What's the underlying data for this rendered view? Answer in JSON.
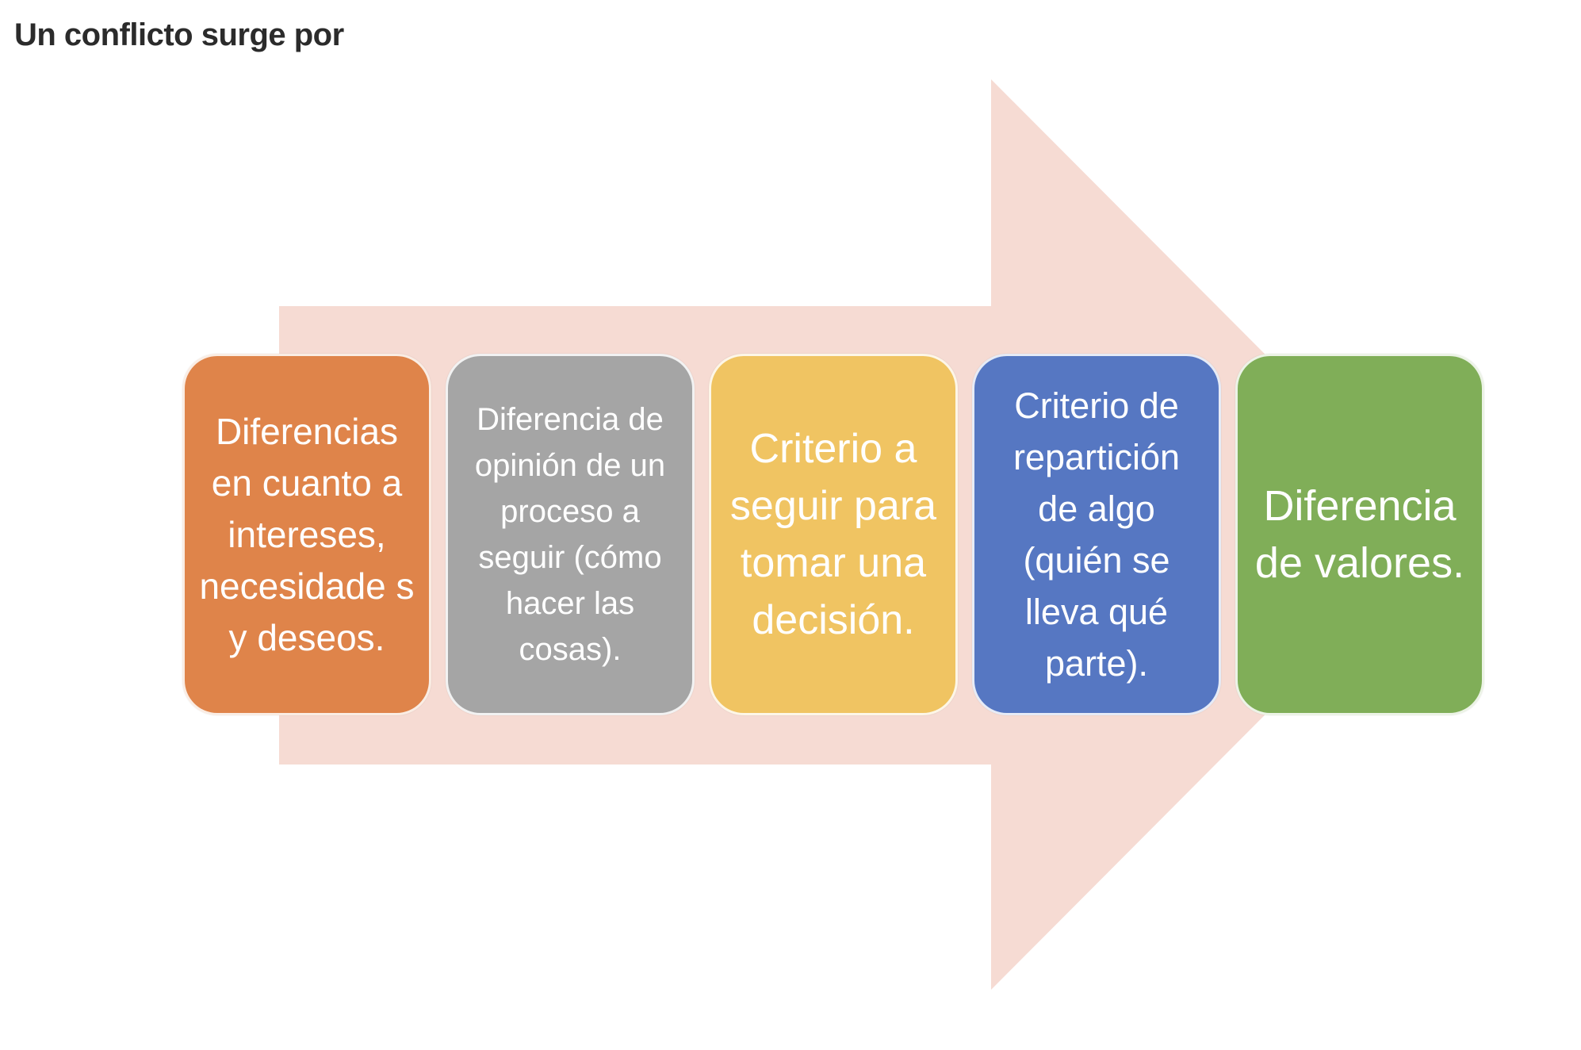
{
  "title": "Un conflicto surge por",
  "colors": {
    "arrow": "#f6dbd3",
    "orange": "#df844a",
    "gray": "#a5a5a5",
    "yellow": "#f0c462",
    "blue": "#5677c2",
    "green": "#80ae58"
  },
  "steps": [
    {
      "label": "Diferencias en cuanto a intereses, necesidade s y deseos.",
      "color": "orange"
    },
    {
      "label": "Diferencia de opinión de un proceso a seguir (cómo hacer las cosas).",
      "color": "gray"
    },
    {
      "label": "Criterio a seguir para tomar una decisión.",
      "color": "yellow"
    },
    {
      "label": "Criterio de repartición de algo (quién se lleva qué parte).",
      "color": "blue"
    },
    {
      "label": "Diferencia de valores.",
      "color": "green"
    }
  ]
}
